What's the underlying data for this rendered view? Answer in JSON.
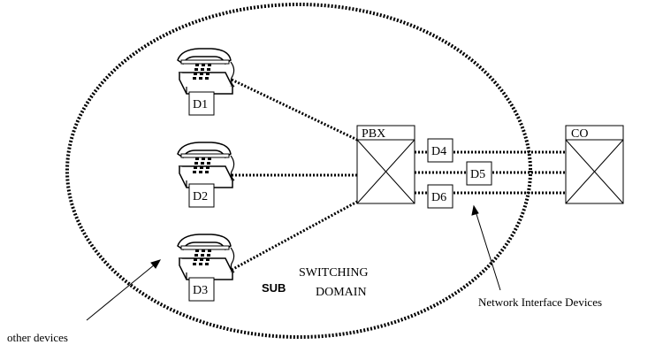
{
  "devices": {
    "d1": "D1",
    "d2": "D2",
    "d3": "D3",
    "d4": "D4",
    "d5": "D5",
    "d6": "D6"
  },
  "switches": {
    "pbx": "PBX",
    "co": "CO"
  },
  "domain_label": {
    "prefix": "SUB",
    "line1": "SWITCHING",
    "line2": "DOMAIN"
  },
  "annotations": {
    "network_interface": "Network Interface Devices",
    "other_devices": "other devices"
  },
  "icons": [
    "telephone-icon"
  ],
  "colors": {
    "stroke": "#000000",
    "background": "#ffffff"
  }
}
